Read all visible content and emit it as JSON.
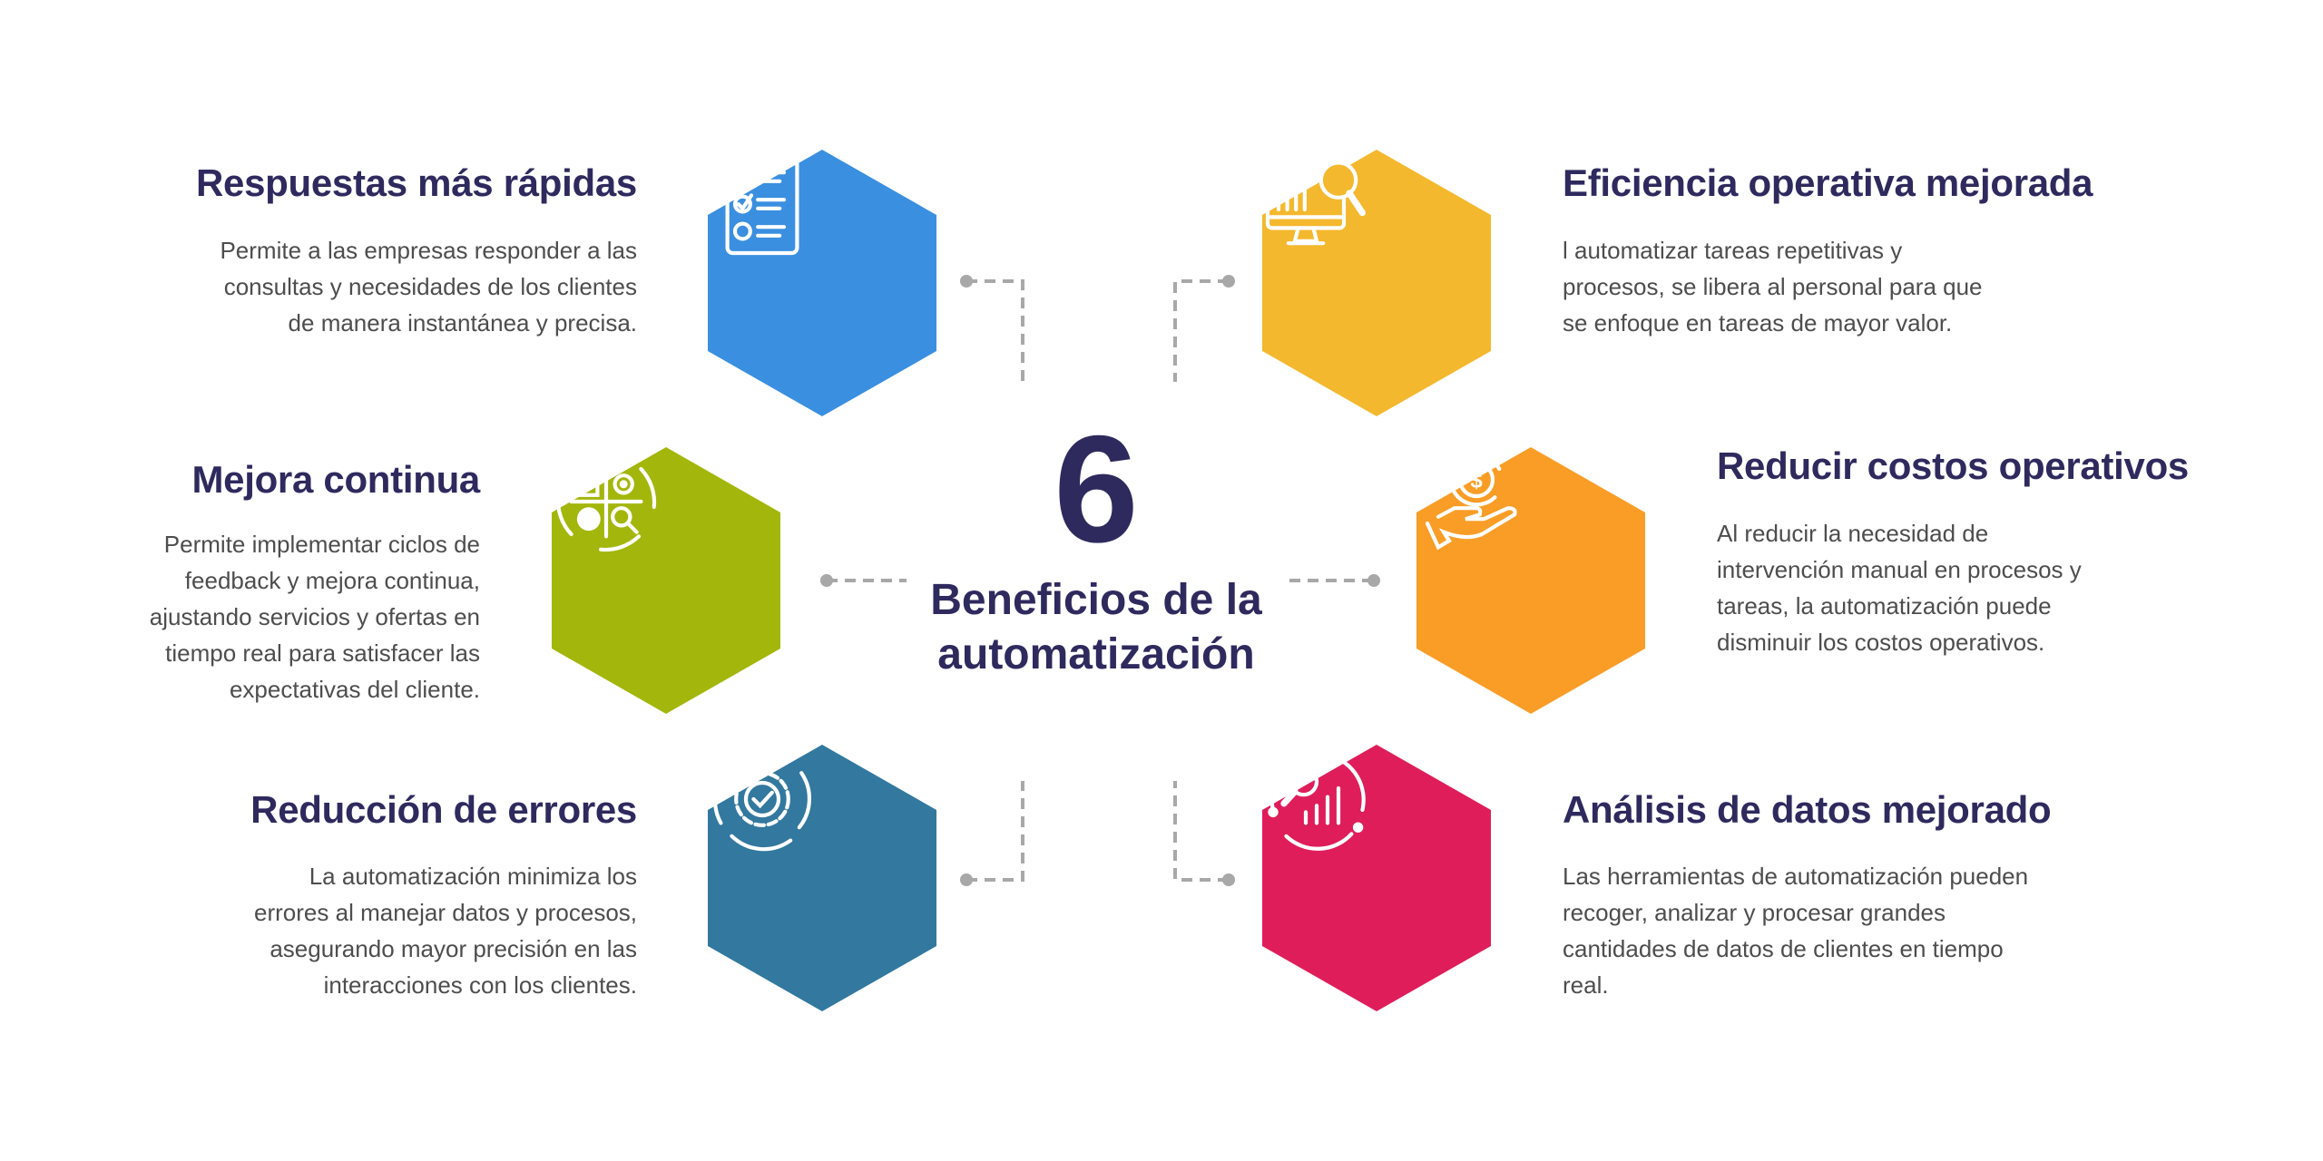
{
  "center": {
    "number": "6",
    "title_line1": "Beneficios de la",
    "title_line2": "automatización"
  },
  "benefits": [
    {
      "title": "Respuestas más rápidas",
      "lines": [
        "Permite a las empresas responder a las",
        "consultas y necesidades de los clientes",
        "de manera instantánea y precisa."
      ],
      "color": "#3a8fe0",
      "icon": "checklist-icon"
    },
    {
      "title": "Eficiencia operativa mejorada",
      "lines": [
        "l automatizar tareas repetitivas y",
        "procesos, se libera al personal para que",
        "se enfoque en tareas de mayor valor."
      ],
      "color": "#f4b82e",
      "icon": "monitor-analytics-icon"
    },
    {
      "title": "Mejora continua",
      "lines": [
        "Permite implementar ciclos de",
        "feedback y mejora continua,",
        "ajustando servicios y ofertas en",
        "tiempo real para satisfacer las",
        "expectativas del cliente."
      ],
      "color": "#a3b60b",
      "icon": "continuous-improvement-icon"
    },
    {
      "title": "Reducir costos operativos",
      "lines": [
        "Al reducir la necesidad de",
        "intervención manual en procesos y",
        "tareas, la automatización puede",
        "disminuir los costos operativos."
      ],
      "color": "#f99d27",
      "icon": "hand-money-icon"
    },
    {
      "title": "Reducción de errores",
      "lines": [
        "La automatización minimiza los",
        "errores al manejar datos y procesos,",
        "asegurando mayor precisión en las",
        "interacciones con los clientes."
      ],
      "color": "#32789f",
      "icon": "gear-check-icon"
    },
    {
      "title": "Análisis de datos mejorado",
      "lines": [
        "Las herramientas de automatización pueden",
        "recoger, analizar y procesar grandes",
        "cantidades de datos de clientes en tiempo",
        "real."
      ],
      "color": "#df1d5a",
      "icon": "data-analysis-icon"
    }
  ]
}
